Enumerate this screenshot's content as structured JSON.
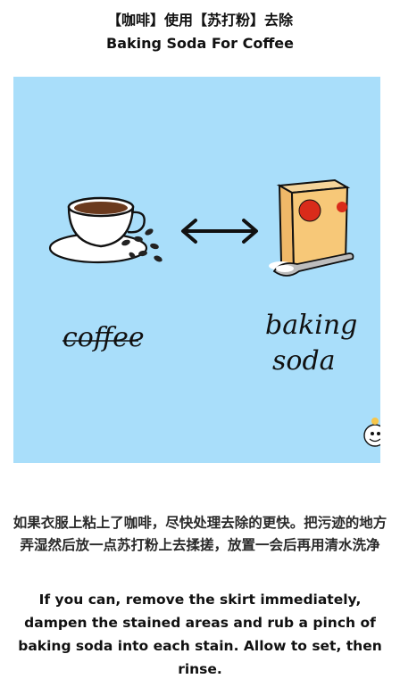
{
  "title": {
    "zh": "【咖啡】使用【苏打粉】去除",
    "en": "Baking Soda For Coffee"
  },
  "illustration": {
    "background_color": "#a9defa",
    "label_left": "coffee",
    "label_right_line1": "baking",
    "label_right_line2": "soda",
    "icons": [
      "coffee-cup-icon",
      "double-arrow-icon",
      "baking-soda-box-icon",
      "spoon-icon"
    ]
  },
  "instructions": {
    "zh": "如果衣服上粘上了咖啡，尽快处理去除的更快。把污迹的地方弄湿然后放一点苏打粉上去揉搓，放置一会后再用清水洗净",
    "en": "If you can, remove the skirt immediately, dampen the stained areas and rub a pinch of baking soda into each stain. Allow to set, then rinse."
  }
}
